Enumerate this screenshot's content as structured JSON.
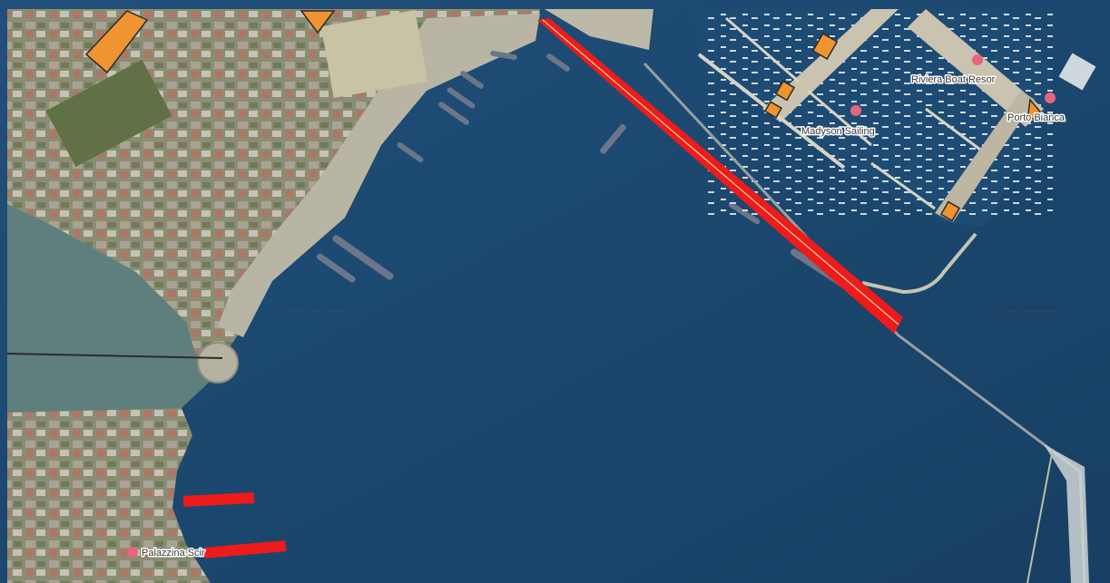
{
  "map": {
    "type": "satellite",
    "colors": {
      "sea": "#1d4a72",
      "sea_deep": "#16395b",
      "land": "#8d9077",
      "highlight_red": "#ee1b1b",
      "highlight_orange": "#ef9430",
      "poi_pin": "#e4677d"
    },
    "pois": [
      {
        "label": "Riviera Boat Resor",
        "icon": "map-pin-icon"
      },
      {
        "label": "Madyson Sailing",
        "icon": "map-pin-icon"
      },
      {
        "label": "Porto Bianca",
        "icon": "map-pin-icon"
      },
      {
        "label": "Palazzina Scir",
        "icon": "map-pin-icon"
      }
    ]
  }
}
